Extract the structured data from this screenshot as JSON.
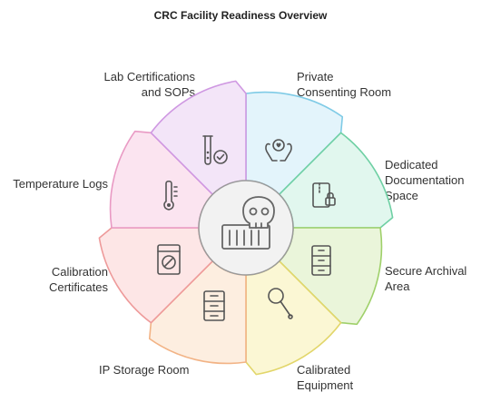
{
  "title": "CRC Facility Readiness Overview",
  "center_icon": "skull-barcode-icon",
  "segments": [
    {
      "label": "Private\nConsenting Room",
      "icon": "hands-heart-icon",
      "fill": "#e3f4fb",
      "stroke": "#7fcbe6"
    },
    {
      "label": "Dedicated\nDocumentation\nSpace",
      "icon": "locked-folder-icon",
      "fill": "#e1f7ee",
      "stroke": "#6fd0a4"
    },
    {
      "label": "Secure Archival\nArea",
      "icon": "filing-cabinet-icon",
      "fill": "#eaf5da",
      "stroke": "#9fd06a"
    },
    {
      "label": "Calibrated\nEquipment",
      "icon": "balloon-icon",
      "fill": "#fbf7d4",
      "stroke": "#e2d66a"
    },
    {
      "label": "IP Storage Room",
      "icon": "storage-drawers-icon",
      "fill": "#fdeee0",
      "stroke": "#f2b385"
    },
    {
      "label": "Calibration\nCertificates",
      "icon": "certificate-device-icon",
      "fill": "#fde6e6",
      "stroke": "#ee9a9a"
    },
    {
      "label": "Temperature Logs",
      "icon": "thermometer-icon",
      "fill": "#fbe4f0",
      "stroke": "#e99ac4"
    },
    {
      "label": "Lab Certifications\nand SOPs",
      "icon": "test-tubes-check-icon",
      "fill": "#f3e5f8",
      "stroke": "#cf98e2"
    }
  ]
}
